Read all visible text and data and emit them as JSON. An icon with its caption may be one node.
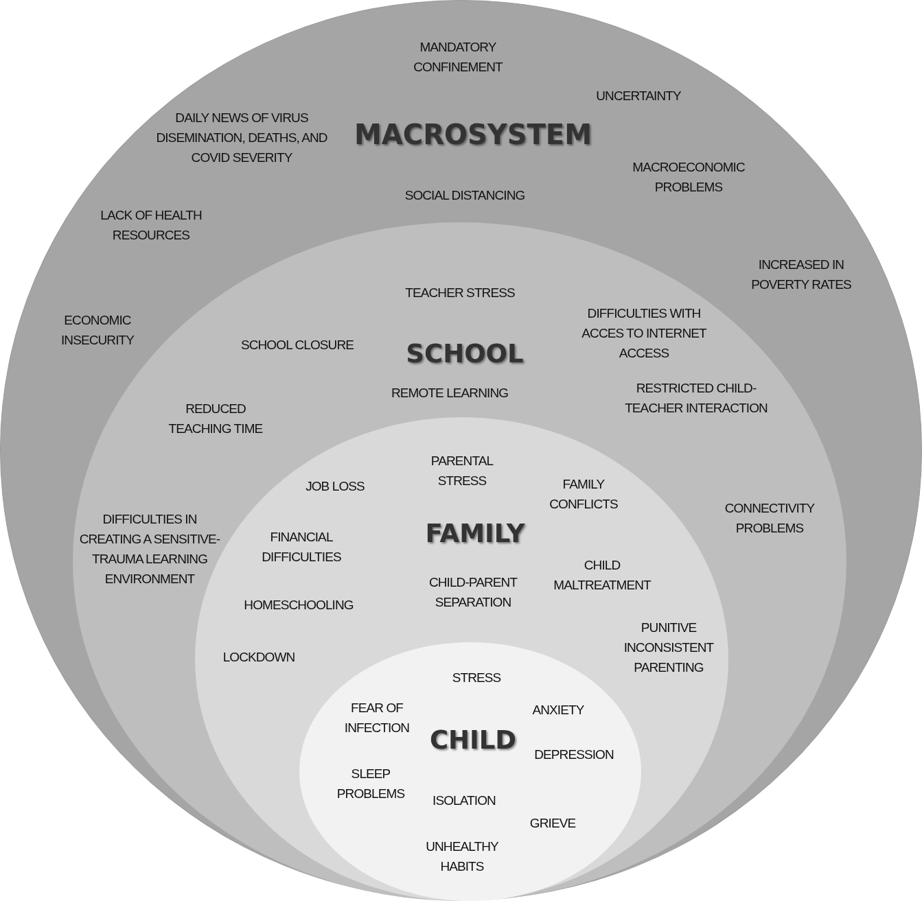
{
  "diagram": {
    "nodes": [
      {
        "text": [
          "MACROSYSTEM"
        ]
      },
      {
        "text": [
          "SCHOOL"
        ],
        "in": 0
      },
      {
        "text": [
          "FAMILY"
        ],
        "in": 1
      },
      {
        "text": [
          "CHILD"
        ],
        "in": 2
      }
    ],
    "labels": [
      "MANDATORY CONFINEMENT",
      "UNCERTAINTY",
      "DAILY NEWS OF VIRUS DISEMINATION, DEATHS, AND COVID SEVERITY",
      "MACROECONOMIC PROBLEMS",
      "SOCIAL DISTANCING",
      "LACK OF HEALTH RESOURCES",
      "INCREASED IN POVERTY RATES",
      "TEACHER STRESS",
      "DIFFICULTIES WITH ACCES TO INTERNET ACCESS",
      "ECONOMIC INSECURITY",
      "SCHOOL CLOSURE",
      "REMOTE LEARNING",
      "RESTRICTED CHILD-TEACHER INTERACTION",
      "REDUCED TEACHING TIME",
      "PARENTAL STRESS",
      "JOB LOSS",
      "FAMILY CONFLICTS",
      "DIFFICULTIES IN CREATING A SENSITIVE-TRAUMA LEARNING ENVIRONMENT",
      "CONNECTIVITY PROBLEMS",
      "FINANCIAL DIFFICULTIES",
      "CHILD MALTREATMENT",
      "CHILD-PARENT SEPARATION",
      "HOMESCHOOLING",
      "PUNITIVE INCONSISTENT PARENTING",
      "LOCKDOWN",
      "STRESS",
      "FEAR OF INFECTION",
      "ANXIETY",
      "DEPRESSION",
      "SLEEP PROBLEMS",
      "ISOLATION",
      "GRIEVE",
      "UNHEALTHY HABITS"
    ]
  }
}
